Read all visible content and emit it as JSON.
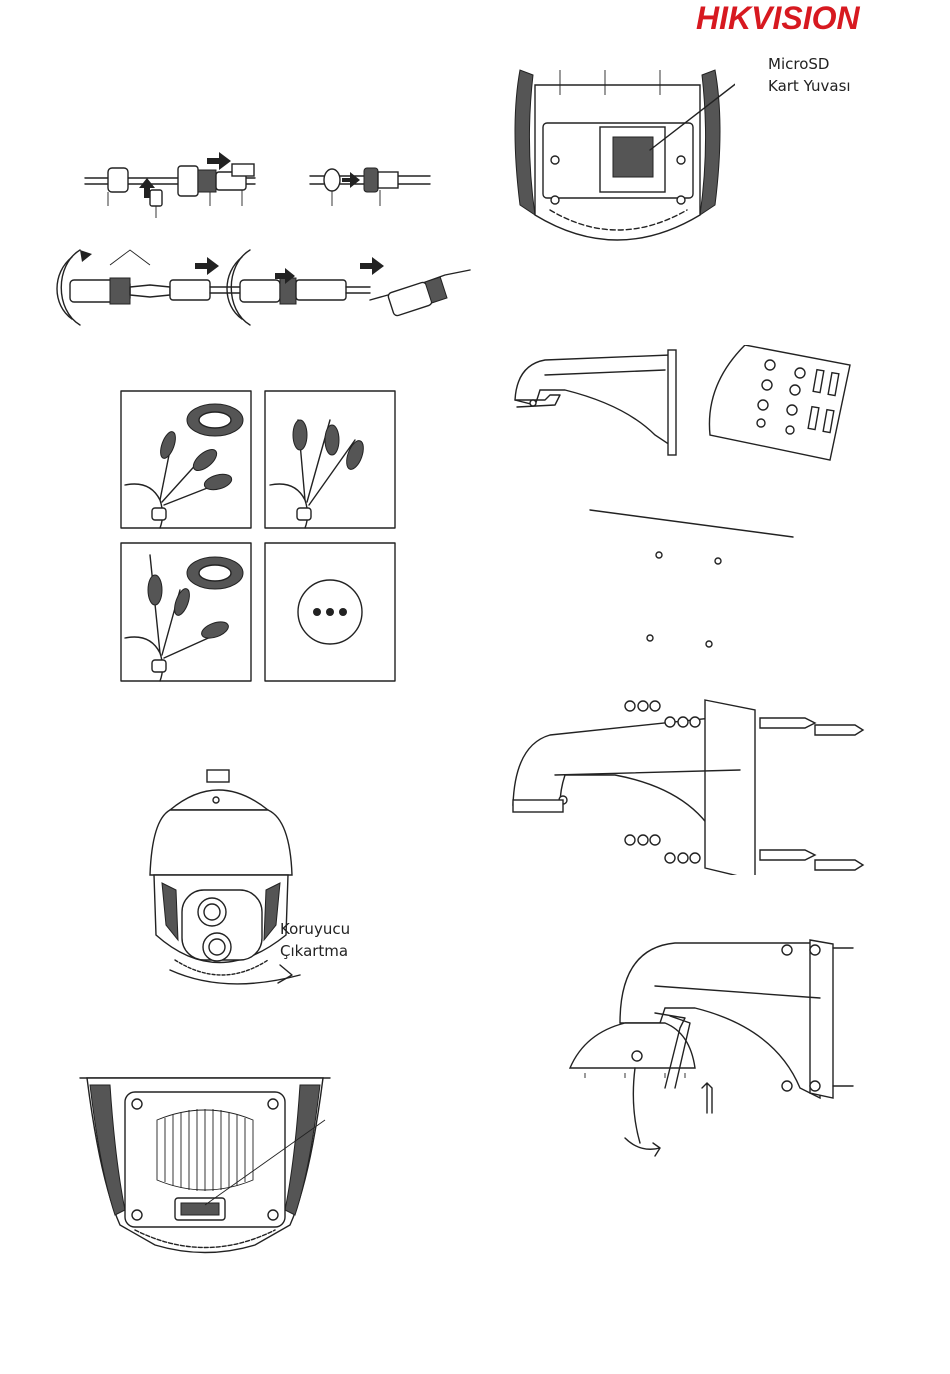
{
  "brand": {
    "logo_text": "HIKVISION",
    "logo_color": "#d71920"
  },
  "labels": {
    "microsd_line1": "MicroSD",
    "microsd_line2": "Kart Yuvası",
    "protector_line1": "Koruyucu",
    "protector_line2": "Çıkartma"
  }
}
